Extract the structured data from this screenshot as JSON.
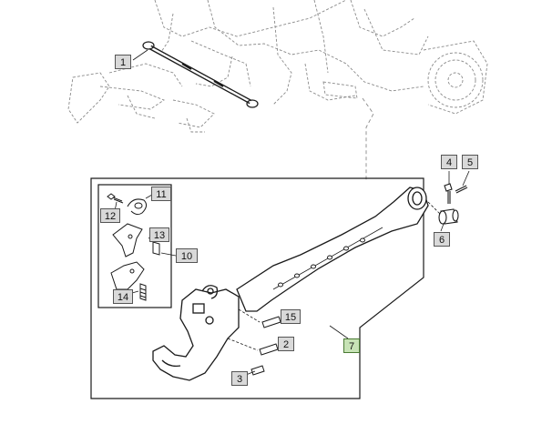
{
  "callouts": {
    "c1": "1",
    "c2": "2",
    "c3": "3",
    "c4": "4",
    "c5": "5",
    "c6": "6",
    "c7": "7",
    "c10": "10",
    "c11": "11",
    "c12": "12",
    "c13": "13",
    "c14": "14",
    "c15": "15"
  },
  "colors": {
    "line": "#1a1a1a",
    "ghost": "#8a8a8a",
    "label_fill": "#d9d9d9",
    "highlight_fill": "#c7e3b6"
  }
}
